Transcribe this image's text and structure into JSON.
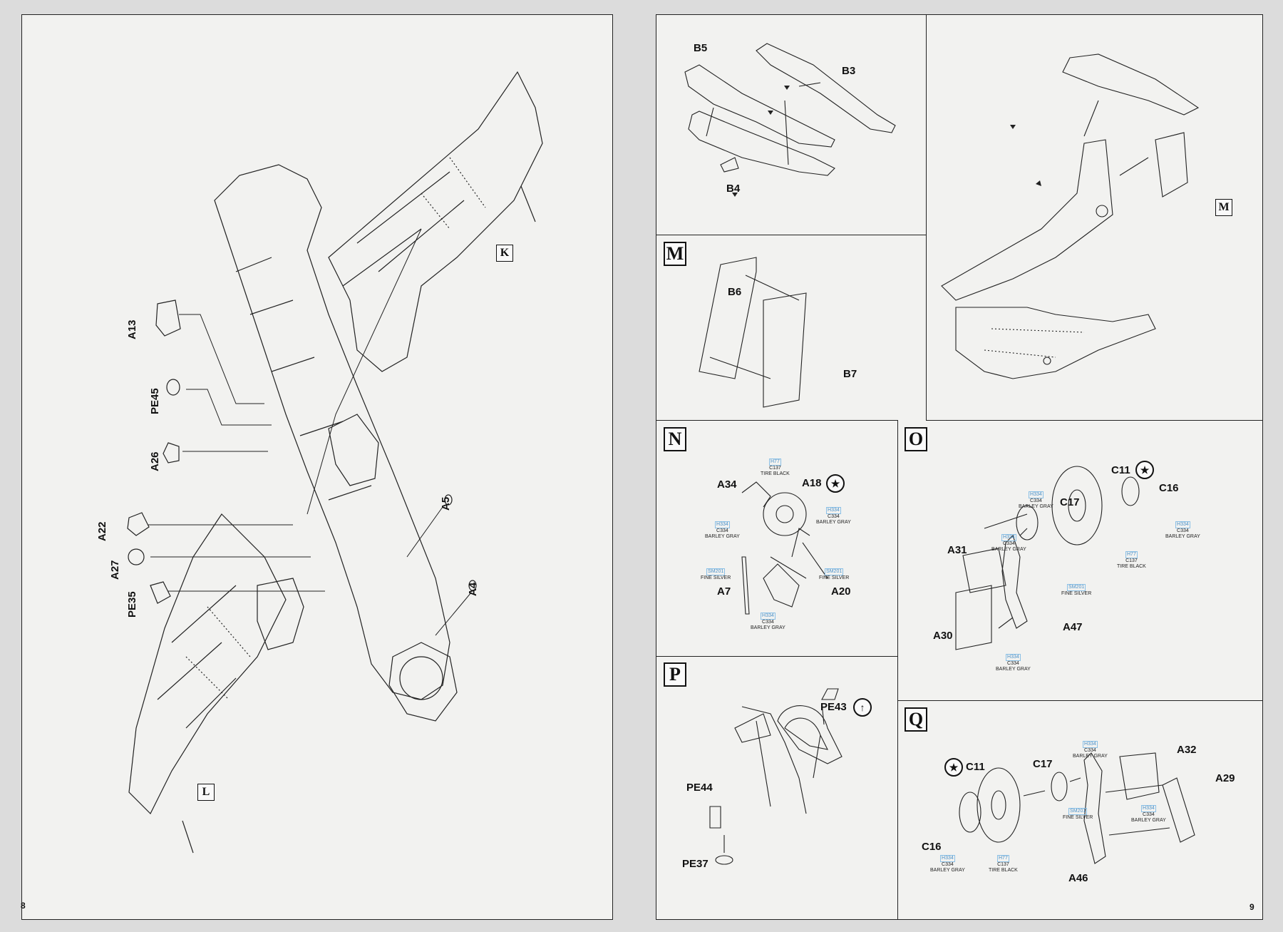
{
  "pages": {
    "left_number": "8",
    "right_number": "9"
  },
  "left": {
    "refs": [
      "K",
      "L"
    ],
    "parts": {
      "a13": "A13",
      "pe45": "PE45",
      "a26": "A26",
      "a22": "A22",
      "a27": "A27",
      "pe35": "PE35",
      "a5": "A5",
      "a4": "A4"
    }
  },
  "tail": {
    "b5": "B5",
    "b3": "B3",
    "b4": "B4"
  },
  "tail_assembly": {
    "ref": "M"
  },
  "step_m": {
    "letter": "M",
    "b6": "B6",
    "b7": "B7"
  },
  "step_n": {
    "letter": "N",
    "parts": {
      "a34": "A34",
      "a18": "A18",
      "a7": "A7",
      "a20": "A20"
    },
    "paints": {
      "tire": {
        "h": "H77",
        "c": "C137",
        "name": "TIRE BLACK"
      },
      "gray1": {
        "h": "H334",
        "c": "C334",
        "name": "BARLEY GRAY"
      },
      "gray2": {
        "h": "H334",
        "c": "C334",
        "name": "BARLEY GRAY"
      },
      "silver1": {
        "h": "SM201",
        "name": "FINE SILVER"
      },
      "silver2": {
        "h": "SM201",
        "name": "FINE SILVER"
      },
      "gray3": {
        "h": "H334",
        "c": "C334",
        "name": "BARLEY GRAY"
      }
    }
  },
  "step_o": {
    "letter": "O",
    "parts": {
      "c11": "C11",
      "c17": "C17",
      "c16": "C16",
      "a31": "A31",
      "a30": "A30",
      "a47": "A47"
    },
    "paints": {
      "gray1": {
        "h": "H334",
        "c": "C334",
        "name": "BARLEY GRAY"
      },
      "gray2": {
        "h": "H334",
        "c": "C334",
        "name": "BARLEY GRAY"
      },
      "gray3": {
        "h": "H334",
        "c": "C334",
        "name": "BARLEY GRAY"
      },
      "gray4": {
        "h": "H334",
        "c": "C334",
        "name": "BARLEY GRAY"
      },
      "silver": {
        "h": "SM201",
        "name": "FINE SILVER"
      },
      "tire": {
        "h": "H77",
        "c": "C137",
        "name": "TIRE BLACK"
      }
    }
  },
  "step_p": {
    "letter": "P",
    "parts": {
      "pe43": "PE43",
      "pe44": "PE44",
      "pe37": "PE37"
    }
  },
  "step_q": {
    "letter": "Q",
    "parts": {
      "c11": "C11",
      "c17": "C17",
      "a32": "A32",
      "a29": "A29",
      "c16": "C16",
      "a46": "A46"
    },
    "paints": {
      "gray1": {
        "h": "H334",
        "c": "C334",
        "name": "BARLEY GRAY"
      },
      "silver": {
        "h": "SM201",
        "name": "FINE SILVER"
      },
      "gray2": {
        "h": "H334",
        "c": "C334",
        "name": "BARLEY GRAY"
      },
      "gray3": {
        "h": "H334",
        "c": "C334",
        "name": "BARLEY GRAY"
      },
      "tire": {
        "h": "H77",
        "c": "C137",
        "name": "TIRE BLACK"
      }
    }
  },
  "icons": {
    "star": "★",
    "arrow_up": "↑"
  }
}
